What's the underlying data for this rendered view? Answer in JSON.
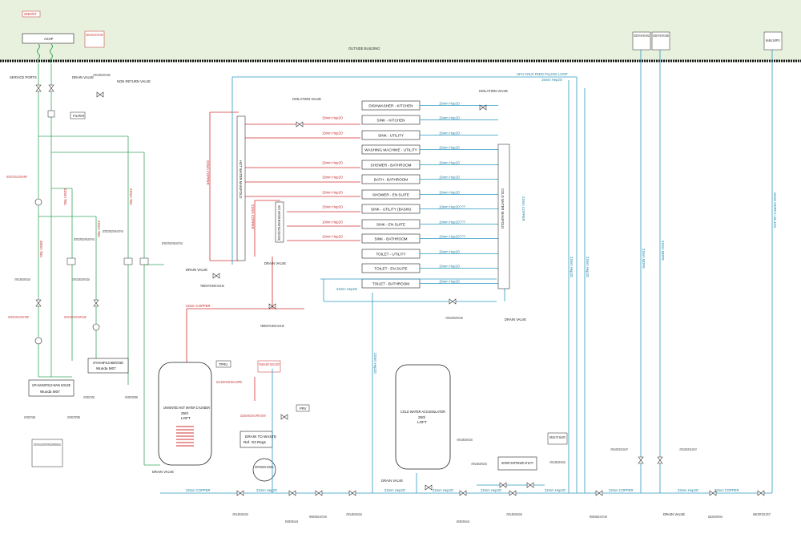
{
  "colors": {
    "hot": "#d03030",
    "cold": "#2a9ac0",
    "heating": "#3aa860",
    "frame": "#222222",
    "outside": "#e8f1dd"
  },
  "top": {
    "onejnt": "ONE/NT",
    "ashp": "ASHP",
    "insulated": "22/28mm INSULATED FLEX HOSES?",
    "outside_building": "OUTSIDE BUILDING",
    "tap_garage": "OUTSIDE TAP WITH NRV GARAGE",
    "tap_garden": "OUTSIDE TAP WITH NRV GARDEN",
    "mains_supply": "MAINS SUPPLY"
  },
  "left": {
    "service_ports": "SERVICE PORTS",
    "drain_valve_top": "DRAIN VALVE",
    "quarter_turn_top": "¼ TURN FULL BORE LEVER VALVE 22mm",
    "nrv_top": "NON RETURN VALVE",
    "filter": "FILTER",
    "pump1": "HEATING CIRCULATION PUMP?",
    "pump2": "HEATING CIRCULATION PUMP",
    "pump3": "HEATING CIRCULATION PUMP IN-LINE?",
    "qt_left": "¼ TURN FULL BORE LEVER VALVE 22mm",
    "qt_mid": "¼ TURN FULL BORE LEVER VALVE 22mm",
    "ect1": "ELECTRONIC CONTROLLED THERMAL SHUT OFF VALVE",
    "ect2": "ELECTRONIC CONTROLLED THERMAL SHUT OFF VALVE",
    "ect3": "ELECTRONIC CONTROLLED THERMAL SHUT OFF VALVE",
    "ufh_bed_title": "UFH MANIFOLD BEDROOMS",
    "ufh_bed_sub": "Wunda M07",
    "ufh_main_title": "UFH MANIFOLD MAIN HOUSE",
    "ufh_main_sub": "Wunda M07",
    "ufh_flows": "UFH CIRCUIT FLOWS",
    "ufh_returns": "UFH CIRCUIT RETURNS",
    "ufh_flows2": "UFH CIRCUIT FLOWS",
    "ufh_returns2": "UFH CIRCUIT RETURNS",
    "circuits_note": "CIRCUITS FOR UFH AND ALSO 2-3 LINES STRAIGHT UPSTAIRS RADS & LINES FROM FREESTANDING IN WALL",
    "pipe_28": "28mm TBC",
    "pipe_22a": "22mm TBC",
    "pipe_22b": "22mm TBC",
    "pipe_22c": "22mm TBC"
  },
  "hot": {
    "manifold1": "HOT WATER MANIFOLD",
    "manifold2": "HOT WATER MANIFOLD (BASIN)",
    "iso_valve": "ISOLATION VALVE",
    "drain_valve": "DRAIN VALVE",
    "drain_valve2": "DRAIN VALVE",
    "tmv48": "THERMOSTATIC MIXING VALVE 48C",
    "tmv40": "THERMOSTATIC MIXING VALVE 40C",
    "copper22": "22mm COPPER",
    "copper22b": "22mm COPPER",
    "pipe_hot_main": "22mm COPPER",
    "cylinder": "UNVENTED HOT WATER CYLINDER",
    "cylinder_size": "250l",
    "cylinder_loft": "LOFT",
    "tpru": "TPRU",
    "tundish": "TUNDISH (HOT DISCH LOOP)",
    "discharge": "22mm DISCHARGE 28mm COPPER",
    "discharge2": "22/28 DISCHARGE 28mm COPPER TO DRAIN?",
    "drain_waste_title": "DRAIN TO WASTE",
    "drain_waste_sub": "Ref. G3 Regs",
    "prv": "PRV",
    "expansion": "EXPANSION VESSEL",
    "drain_valve_bot": "DRAIN VALVE"
  },
  "fixtures": [
    "DISHWASHER - KITCHEN",
    "SINK - KITCHEN",
    "SINK - UTILITY",
    "WASHING MACHINE - UTILITY",
    "SHOWER - BATHROOM",
    "BATH - BATHROOM",
    "SHOWER - EN SUITE",
    "SINK - UTILITY (BASIN)",
    "SINK - EN SUITE",
    "SINK - BATHROOM",
    "TOILET - UTILITY",
    "TOILET - EN SUITE",
    "TOILET - BATHROOM"
  ],
  "hot_pipes": [
    "",
    "15mm Hep2O",
    "15mm Hep2O",
    "",
    "15mm Hep2O",
    "15mm Hep2O",
    "15mm Hep2O",
    "15mm Hep2O",
    "10mm Hep2O",
    "10mm Hep2O",
    "",
    "",
    ""
  ],
  "cold_pipes": [
    "15mm Hep2O",
    "15mm Hep2O",
    "15mm Hep2O",
    "15mm Hep2O",
    "15mm Hep2O",
    "15mm Hep2O",
    "15mm Hep2O",
    "10mm Hep2O???",
    "10mm Hep2O???",
    "10mm Hep2O???",
    "15mm Hep2O",
    "15mm Hep2O",
    "15mm Hep2O"
  ],
  "cold": {
    "ufh_loop": "UFH COLD FEED FILLING LOOP",
    "ufh_loop_size": "15mm Hep2O",
    "iso_valve": "ISOLATION VALVE",
    "manifold": "COLD WATER MANIFOLD",
    "pipe_22a": "22mm COPPER",
    "pipe_22b": "22mm Hep2O",
    "pipe_22c": "22mm Hep2O",
    "drain_valve": "DRAIN VALVE",
    "qt_valve": "¼ TURN FULL BORE LEVER VALVE 22mm",
    "accumulator": "COLD WATER ACCUMULATOR",
    "acc_size": "250l",
    "acc_loft": "LOFT",
    "softener": "WATER SOFTENER UTILITY",
    "drain_waste": "DRAIN TO WASTE",
    "qt1": "¼ TURN FULL BORE LEVER VALVE 22mm",
    "qt2": "¼ TURN FULL BORE LEVER VALVE 22mm",
    "qt3": "¼ TURN FULL BORE LEVER VALVE 22mm",
    "qt_ut1": "¼ TURN FULL BORE LEVER VALVE 22mm UTILITY",
    "qt_ut2": "¼ TURN FULL BORE LEVER VALVE 22mm UTILITY",
    "vert_mdpe": "22mm MDPE",
    "vert_mdpe2": "22mm MDPE",
    "vert_hep": "22mm Hep2O",
    "vert_hep2": "22mm Hep2O",
    "main_mdpe": "25mm MDPE 5 Lite 32m"
  },
  "bottom": {
    "copper_left": "22mm COPPER",
    "hep_1": "22mm Hep2O",
    "hep_2": "22mm Hep2O",
    "hep_3": "22mm Hep2O",
    "hep_4": "22mm Hep2O",
    "hep_5": "22mm Hep2O",
    "copper_mid": "22mm COPPER",
    "hep_6": "22mm Hep2O",
    "copper_right": "22mm COPPER",
    "b_qt1": "¼ TURN FULL BORE LEVER VALVE 22mm",
    "b_nrv1": "NON RETURN VALVE",
    "b_prv1": "PRESSURE REDUCING VALVE TO 3.5 BAR",
    "b_qt2": "¼ TURN FULL BORE LEVER VALVE 22mm",
    "b_nrv2": "NON RETURN VALVE",
    "b_qt3": "¼ TURN FULL BORE LEVER VALVE 22mm",
    "b_prv2": "PRESSURE REDUCING VALVE TO 3.5 BAR",
    "b_drain": "DRAIN VALVE",
    "b_dc": "DOUBLE CHECK NON RETURN VALVE",
    "b_stop": "MAINS STOP COCK UTILITY",
    "b_drain2": "DRAIN VALVE"
  }
}
